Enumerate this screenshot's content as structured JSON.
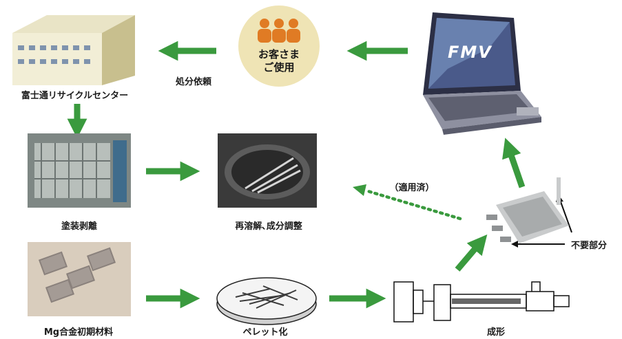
{
  "labels": {
    "recycle_center": "富士通リサイクルセンター",
    "disposal_request": "処分依頼",
    "customer_use": "お客さま\nご使用",
    "paint_removal": "塗装剥離",
    "remelt": "再溶解､成分調整",
    "initial_material": "Mg合金初期材料",
    "pellet": "ペレット化",
    "molding": "成形",
    "unneeded_part": "不要部分",
    "applied": "（適用済）"
  },
  "laptop_logo": "FMV",
  "colors": {
    "arrow_green": "#3a9a3e",
    "customer_circle": "#efe4b5",
    "people_orange": "#e07b24"
  }
}
